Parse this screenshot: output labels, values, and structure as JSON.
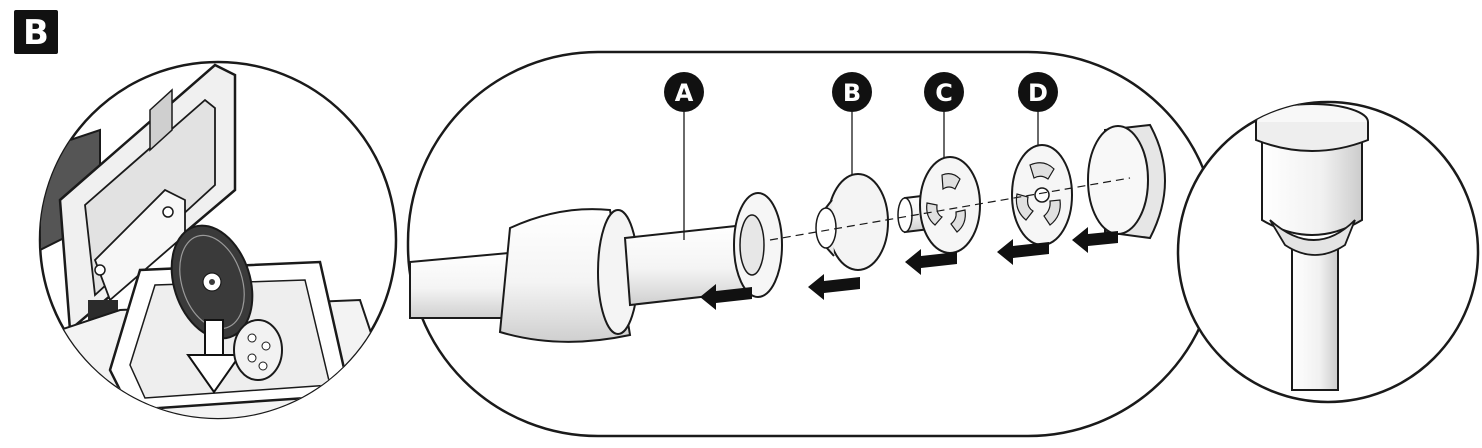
{
  "figure": {
    "step_badge": "B"
  },
  "parts": [
    {
      "letter": "A"
    },
    {
      "letter": "B"
    },
    {
      "letter": "C"
    },
    {
      "letter": "D"
    }
  ],
  "colors": {
    "outline": "#1a1a1a",
    "badge_fill": "#111111",
    "part_light": "#f2f2f2",
    "part_shade": "#d9d9d9",
    "dark_panel": "#555555",
    "arrow": "#111111"
  },
  "icons": [
    "disassembly-arrow-icon",
    "insert-arrow-icon"
  ]
}
